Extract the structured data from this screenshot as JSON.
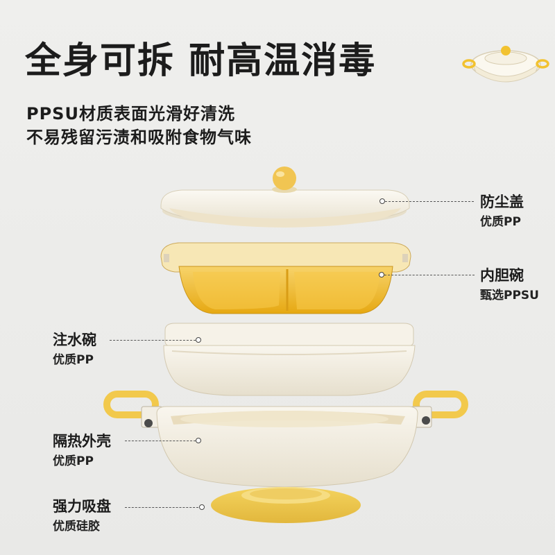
{
  "headline": "全身可拆 耐高温消毒",
  "subtitle_line1": "PPSU材质表面光滑好清洗",
  "subtitle_line2": "不易残留污渍和吸附食物气味",
  "parts": [
    {
      "name": "防尘盖",
      "material": "优质PP"
    },
    {
      "name": "内胆碗",
      "material": "甄选PPSU"
    },
    {
      "name": "注水碗",
      "material": "优质PP"
    },
    {
      "name": "隔热外壳",
      "material": "优质PP"
    },
    {
      "name": "强力吸盘",
      "material": "优质硅胶"
    }
  ],
  "colors": {
    "background": "#ececea",
    "cream": "#f4efe2",
    "amber": "#f0b723",
    "yellow": "#f2c94c",
    "text": "#1c1c1c"
  }
}
